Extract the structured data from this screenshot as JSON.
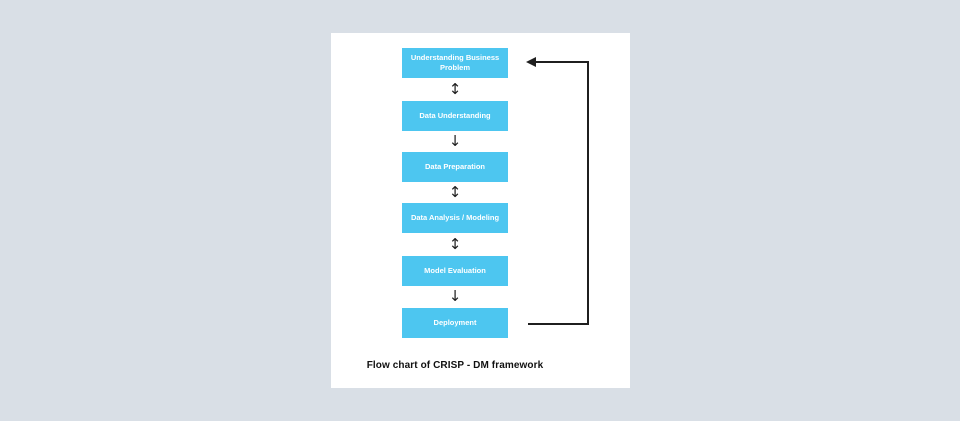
{
  "colors": {
    "page_background": "#d9dfe6",
    "card_background": "#ffffff",
    "box_fill": "#4dc6f0",
    "box_text": "#ffffff",
    "arrow": "#1f1f1f",
    "caption_text": "#111111"
  },
  "flowchart": {
    "caption": "Flow chart of CRISP - DM framework",
    "boxes": [
      {
        "label": "Understanding Business Problem"
      },
      {
        "label": "Data Understanding"
      },
      {
        "label": "Data Preparation"
      },
      {
        "label": "Data Analysis / Modeling"
      },
      {
        "label": "Model Evaluation"
      },
      {
        "label": "Deployment"
      }
    ],
    "connectors": [
      {
        "between": [
          "Understanding Business Problem",
          "Data Understanding"
        ],
        "direction": "bidirectional",
        "glyph": "↕"
      },
      {
        "between": [
          "Data Understanding",
          "Data Preparation"
        ],
        "direction": "down",
        "glyph": "↓"
      },
      {
        "between": [
          "Data Preparation",
          "Data Analysis / Modeling"
        ],
        "direction": "bidirectional",
        "glyph": "↕"
      },
      {
        "between": [
          "Data Analysis / Modeling",
          "Model Evaluation"
        ],
        "direction": "bidirectional",
        "glyph": "↕"
      },
      {
        "between": [
          "Model Evaluation",
          "Deployment"
        ],
        "direction": "down",
        "glyph": "↓"
      }
    ],
    "feedback_loop": {
      "from": "Deployment",
      "to": "Understanding Business Problem"
    }
  }
}
